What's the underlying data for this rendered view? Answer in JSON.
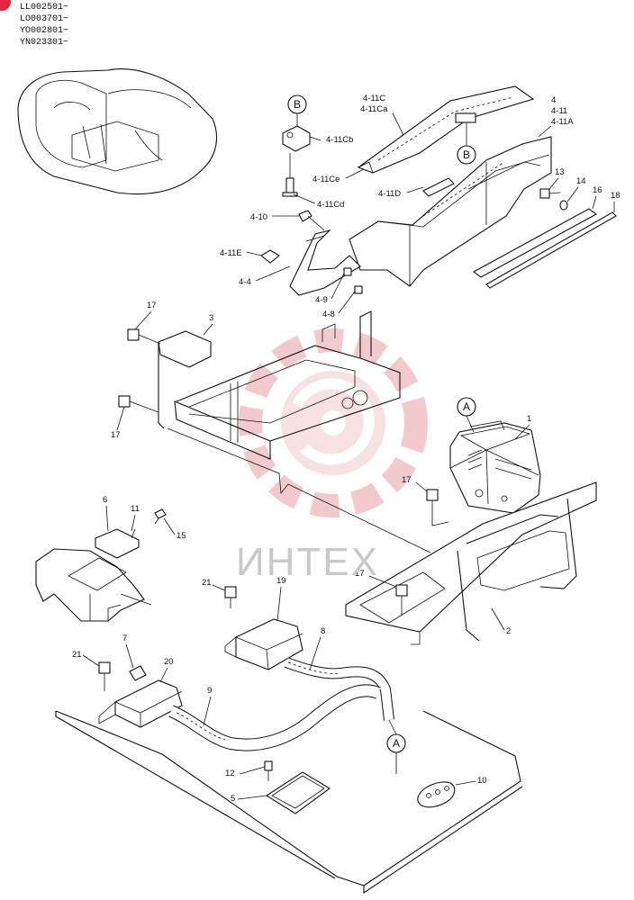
{
  "serial_numbers": [
    "LL002501~",
    "LO003701~",
    "YO002801~",
    "YN023301~"
  ],
  "watermark": "ИНТЕХ",
  "refs": {
    "a": "A",
    "b": "B"
  },
  "callouts": {
    "c4_11C": "4-11C",
    "c4_11Ca": "4-11Ca",
    "c4": "4",
    "c4_11": "4-11",
    "c4_11A": "4-11A",
    "c4_11Cb": "4-11Cb",
    "c4_11Ce": "4-11Ce",
    "c4_11Cd": "4-11Cd",
    "c4_11D": "4-11D",
    "c4_10": "4-10",
    "c4_11E": "4-11E",
    "c4_4": "4-4",
    "c4_9": "4-9",
    "c4_8": "4-8",
    "c1": "1",
    "c2": "2",
    "c3": "3",
    "c5": "5",
    "c6": "6",
    "c7": "7",
    "c8": "8",
    "c9": "9",
    "c10": "10",
    "c11": "11",
    "c12": "12",
    "c13": "13",
    "c14": "14",
    "c15": "15",
    "c16": "16",
    "c17": "17",
    "c18": "18",
    "c19": "19",
    "c20": "20",
    "c21": "21"
  },
  "colors": {
    "line": "#111111",
    "watermark_gear": "#e8a0a6",
    "watermark_text": "#c9c9c9",
    "corner_mark": "#e0263a"
  }
}
